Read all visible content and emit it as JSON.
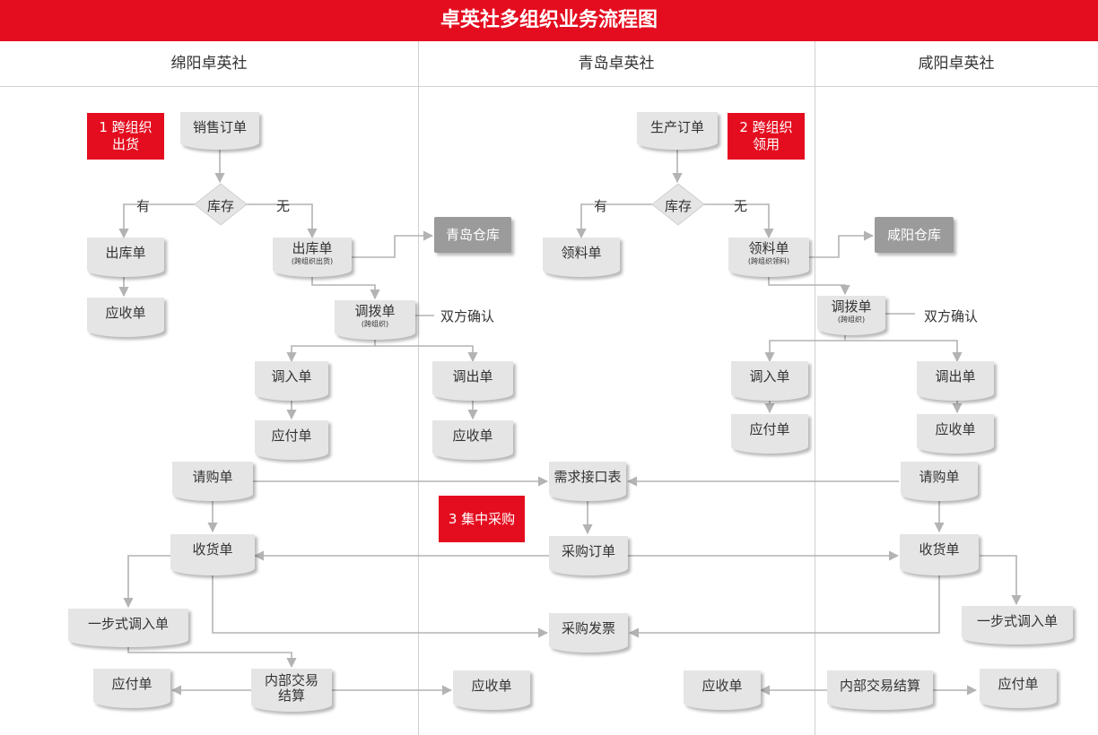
{
  "title": "卓英社多组织业务流程图",
  "lanes": {
    "mianyang": "绵阳卓英社",
    "qingdao": "青岛卓英社",
    "xianyang": "咸阳卓英社"
  },
  "tags": {
    "cross_org_ship_num": "1 跨组织",
    "cross_org_ship_text": "出货",
    "cross_org_use_num": "2 跨组织",
    "cross_org_use_text": "领用",
    "central_purchase": "3 集中采购"
  },
  "common": {
    "stock": "库存",
    "has": "有",
    "none": "无",
    "both_confirm": "双方确认",
    "cross_org": "(跨组织)"
  },
  "mianyang": {
    "sales_order": "销售订单",
    "outbound": "出库单",
    "receivable": "应收单",
    "outbound_cross": "出库单",
    "outbound_cross_sub": "(跨组织出货)",
    "transfer": "调拨单",
    "transfer_in": "调入单",
    "payable_1": "应付单",
    "purchase_req": "请购单",
    "receipt": "收货单",
    "one_step_in": "一步式调入单",
    "payable_2": "应付单",
    "internal_settle_1": "内部交易",
    "internal_settle_2": "结算"
  },
  "qingdao": {
    "warehouse": "青岛仓库",
    "transfer_out": "调出单",
    "receivable_1": "应收单",
    "production_order": "生产订单",
    "material_req": "领料单",
    "demand_table": "需求接口表",
    "purchase_order": "采购订单",
    "purchase_invoice": "采购发票",
    "receivable_2": "应收单",
    "receivable_3": "应收单"
  },
  "xianyang": {
    "material_req_cross": "领料单",
    "material_req_cross_sub": "(跨组织领料)",
    "warehouse": "咸阳仓库",
    "transfer": "调拨单",
    "transfer_in": "调入单",
    "payable_1": "应付单",
    "transfer_out": "调出单",
    "receivable_1": "应收单",
    "purchase_req": "请购单",
    "receipt": "收货单",
    "one_step_in": "一步式调入单",
    "internal_settle": "内部交易结算",
    "payable_2": "应付单"
  },
  "colors": {
    "banner": "#e40d1f",
    "doc_fill": "#e5e5e5",
    "warehouse_fill": "#9b9b9b",
    "connector": "#b3b3b3"
  }
}
